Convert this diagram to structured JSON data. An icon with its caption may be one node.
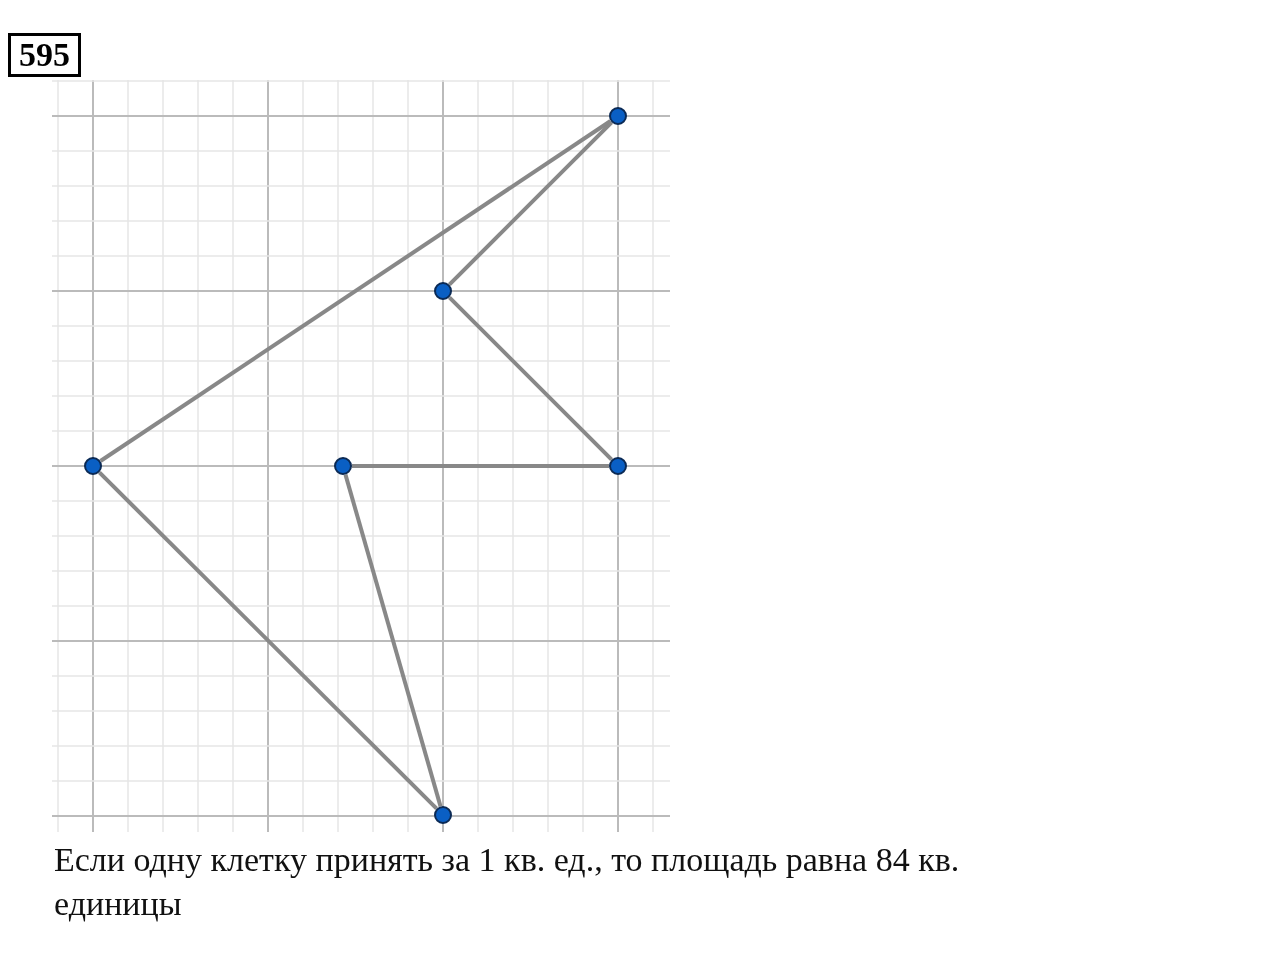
{
  "diagram": {
    "caption": "Если одну клетку принять за 1 кв. ед., то площадь равна 84 кв. единицы",
    "nodes": [
      {
        "text": [],
        "shape": "circle"
      },
      {
        "text": [],
        "shape": "circle"
      },
      {
        "text": [],
        "shape": "circle"
      },
      {
        "text": [],
        "shape": "circle"
      },
      {
        "text": [],
        "shape": "circle"
      },
      {
        "text": [],
        "shape": "circle"
      }
    ],
    "edges": [
      {
        "from": 2,
        "to": 0,
        "arrow": "none"
      },
      {
        "from": 0,
        "to": 1,
        "arrow": "none"
      },
      {
        "from": 1,
        "to": 4,
        "arrow": "none"
      },
      {
        "from": 4,
        "to": 3,
        "arrow": "none"
      },
      {
        "from": 3,
        "to": 5,
        "arrow": "none"
      },
      {
        "from": 5,
        "to": 2,
        "arrow": "none"
      }
    ],
    "labels": [
      "595"
    ]
  }
}
